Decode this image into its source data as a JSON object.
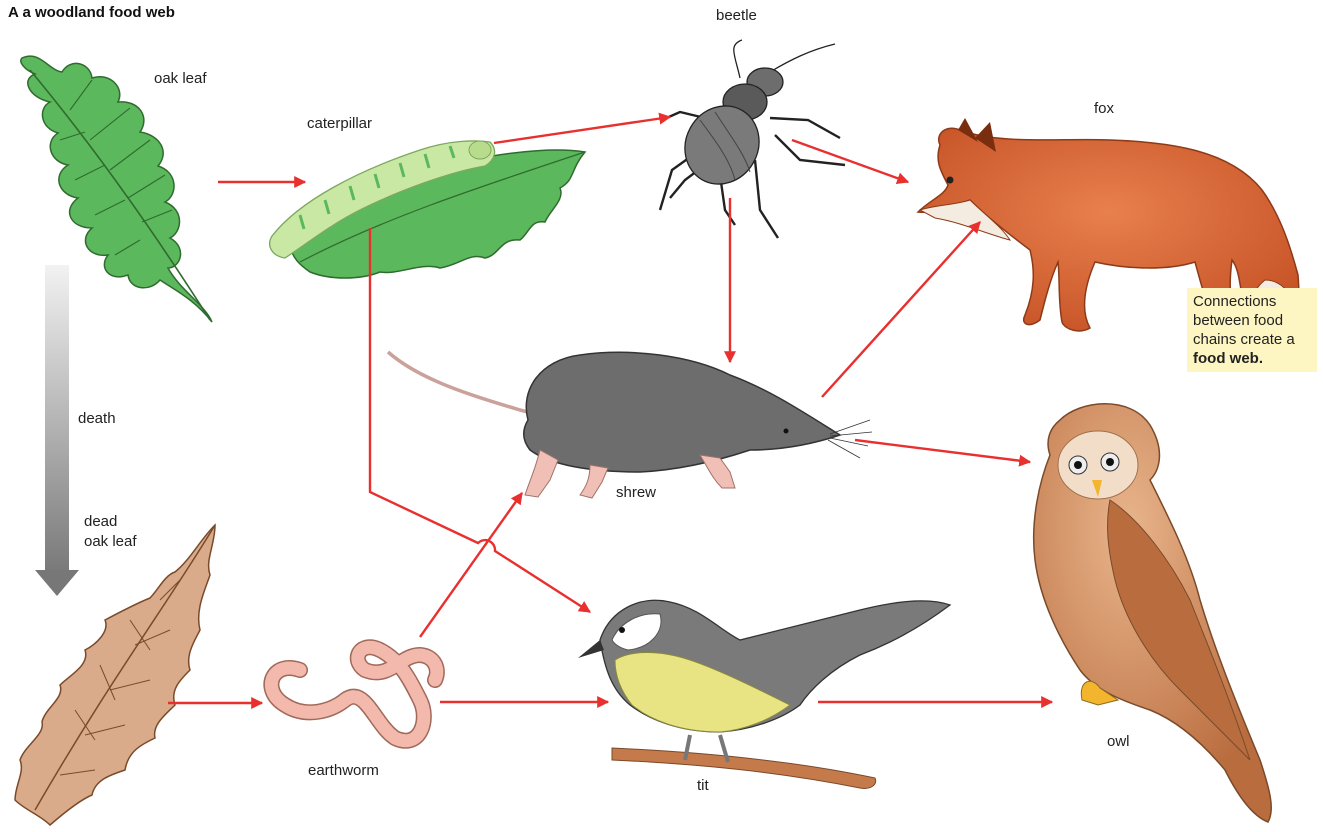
{
  "title": "A a woodland food web",
  "organisms": {
    "oak_leaf": "oak leaf",
    "caterpillar": "caterpillar",
    "beetle": "beetle",
    "fox": "fox",
    "shrew": "shrew",
    "owl": "owl",
    "tit": "tit",
    "earthworm": "earthworm",
    "dead_oak_leaf_line1": "dead",
    "dead_oak_leaf_line2": "oak leaf"
  },
  "process_label": "death",
  "note": {
    "text": "Connections between food chains create a",
    "bold": "food web."
  },
  "colors": {
    "arrow": "#e8302f",
    "leaf_green": "#5cb85c",
    "dead_leaf": "#d9ab8a",
    "fox": "#d9663a",
    "note_bg": "#fdf6c3"
  },
  "arrows": [
    {
      "from": "oak_leaf",
      "to": "caterpillar"
    },
    {
      "from": "caterpillar",
      "to": "beetle"
    },
    {
      "from": "caterpillar",
      "to": "tit"
    },
    {
      "from": "beetle",
      "to": "fox"
    },
    {
      "from": "beetle",
      "to": "shrew"
    },
    {
      "from": "shrew",
      "to": "fox"
    },
    {
      "from": "shrew",
      "to": "owl"
    },
    {
      "from": "dead_oak_leaf",
      "to": "earthworm"
    },
    {
      "from": "earthworm",
      "to": "shrew"
    },
    {
      "from": "earthworm",
      "to": "tit"
    },
    {
      "from": "tit",
      "to": "owl"
    }
  ]
}
